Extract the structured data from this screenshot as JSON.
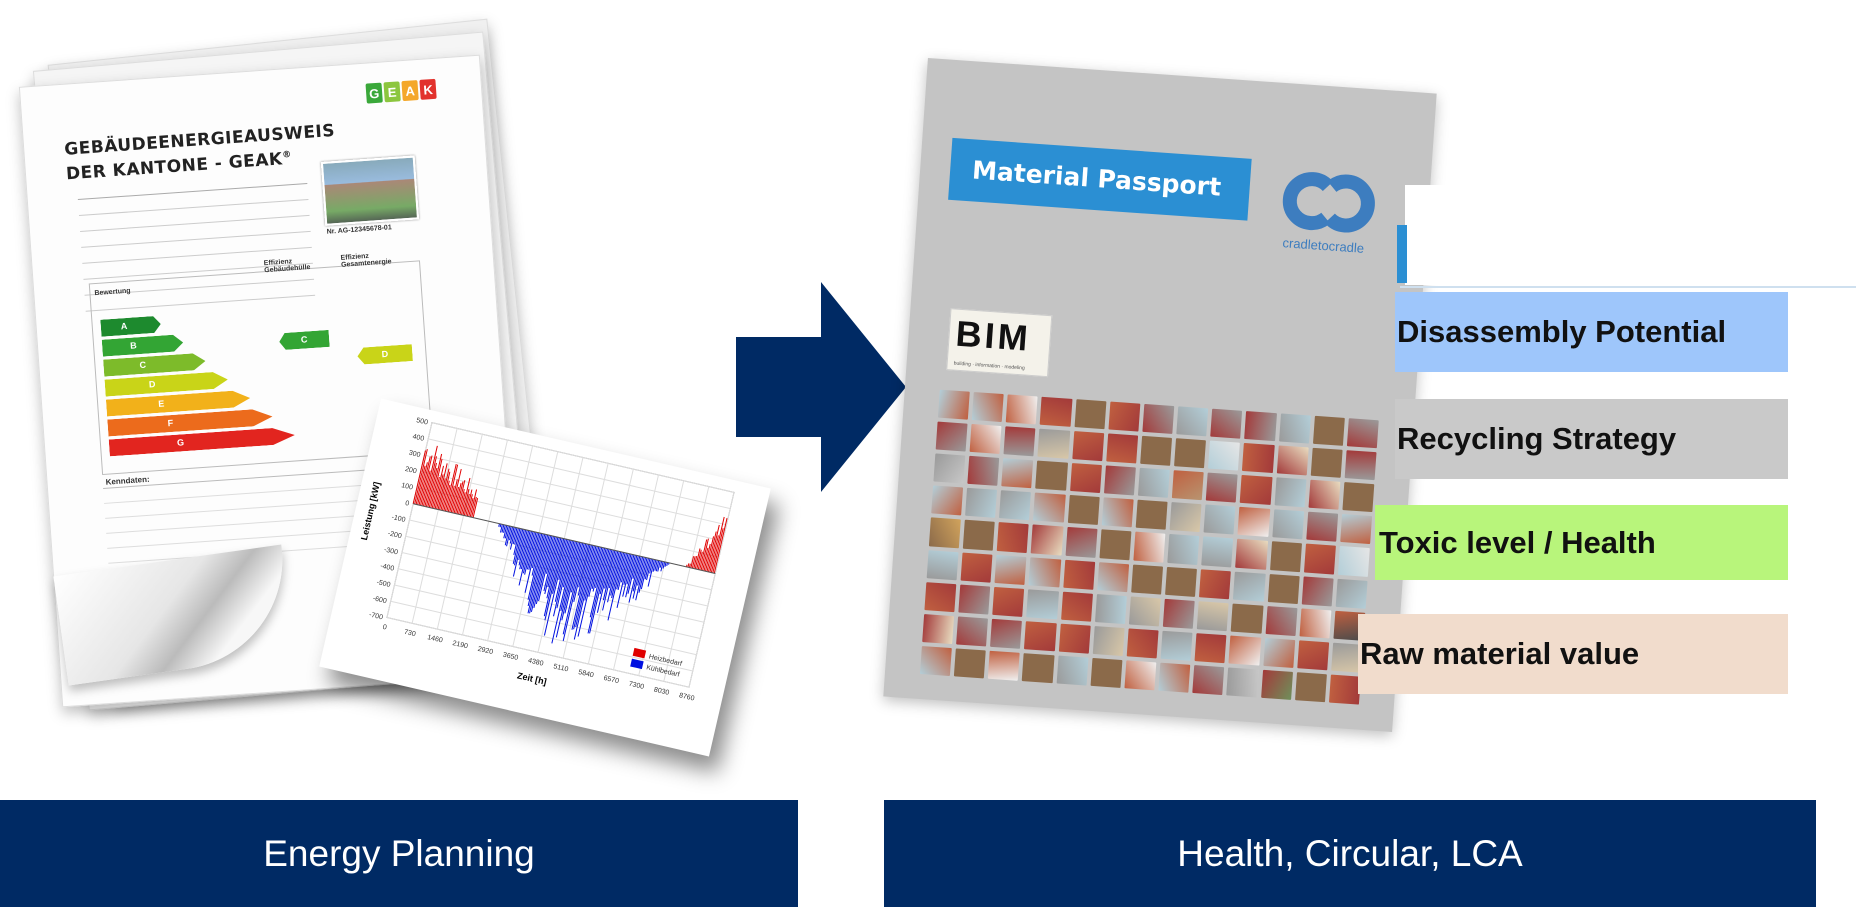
{
  "geak": {
    "title_line1": "GEBÄUDEENERGIEAUSWEIS",
    "title_line2": "DER KANTONE - GEAK",
    "logo_letters": [
      "G",
      "E",
      "A",
      "K"
    ],
    "logo_colors": [
      "#3aa83a",
      "#8cc63f",
      "#f4a72a",
      "#e2322d"
    ],
    "certificate_no": "Nr. AG-12345678-01",
    "section_rating": "Bewertung",
    "col_envelope": "Effizienz Gebäudehülle",
    "col_total": "Effizienz Gesamtenergie",
    "classes": [
      {
        "letter": "A",
        "color": "#1d8a2e"
      },
      {
        "letter": "B",
        "color": "#33a534"
      },
      {
        "letter": "C",
        "color": "#7dbb2a"
      },
      {
        "letter": "D",
        "color": "#c9d418"
      },
      {
        "letter": "E",
        "color": "#f2b11a"
      },
      {
        "letter": "F",
        "color": "#ec6b1c"
      },
      {
        "letter": "G",
        "color": "#e2251f"
      }
    ],
    "envelope_class": "C",
    "total_class": "D",
    "section_key": "Kenndaten:"
  },
  "load_chart": {
    "ylabel": "Leistung [kW]",
    "xlabel": "Zeit [h]",
    "y_ticks": [
      "500",
      "400",
      "300",
      "200",
      "100",
      "0",
      "-100",
      "-200",
      "-300",
      "-400",
      "-500",
      "-600",
      "-700"
    ],
    "x_ticks": [
      "0",
      "730",
      "1460",
      "2190",
      "2920",
      "3650",
      "4380",
      "5110",
      "5840",
      "6570",
      "7300",
      "8030",
      "8760"
    ],
    "legend": [
      {
        "name": "Heizbedarf",
        "color": "#e00000"
      },
      {
        "name": "Kühlbedarf",
        "color": "#0010e0"
      }
    ]
  },
  "arrow": {
    "color": "#002a64"
  },
  "passport": {
    "banner": "Material Passport",
    "c2c_text": "cradletocradle",
    "bim": "BIM",
    "bim_sub": "building · information · modeling"
  },
  "labels": [
    {
      "text": "Disassembly Potential",
      "color": "#9ec6fb"
    },
    {
      "text": "Recycling Strategy",
      "color": "#c9c9c9"
    },
    {
      "text": "Toxic level / Health",
      "color": "#b8f57b"
    },
    {
      "text": "Raw material value",
      "color": "#f1dccc"
    }
  ],
  "captions": {
    "left": "Energy Planning",
    "right": "Health, Circular, LCA"
  }
}
